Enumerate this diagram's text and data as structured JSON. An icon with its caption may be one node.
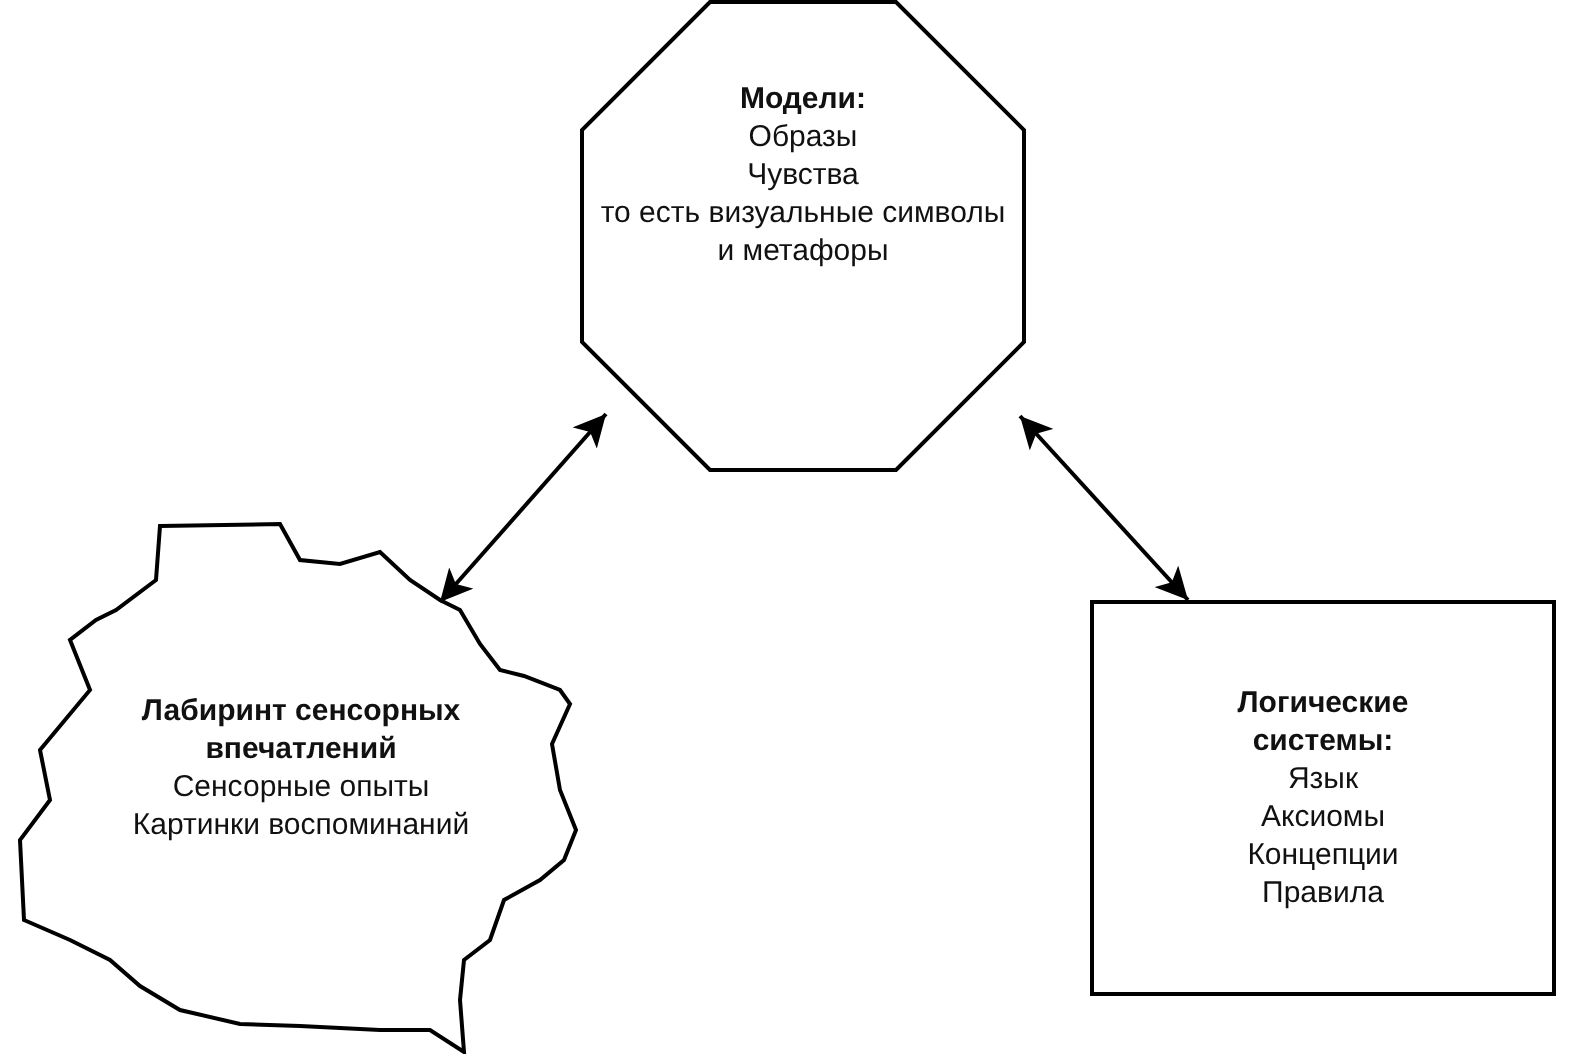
{
  "diagram": {
    "nodes": [
      {
        "text": [
          "Модели:",
          "Образы",
          "Чувства",
          "то есть визуальные символы и метафоры"
        ]
      },
      {
        "text": [
          "Лабиринт сенсорных впечатлений",
          "Сенсорные опыты",
          "Картинки воспоминаний"
        ]
      },
      {
        "text": [
          "Логические системы:",
          "Язык",
          "Аксиомы",
          "Концепции",
          "Правила"
        ]
      }
    ],
    "edges": [
      {
        "from": 0,
        "to": 1,
        "arrow": "both"
      },
      {
        "from": 0,
        "to": 2,
        "arrow": "both"
      }
    ]
  }
}
